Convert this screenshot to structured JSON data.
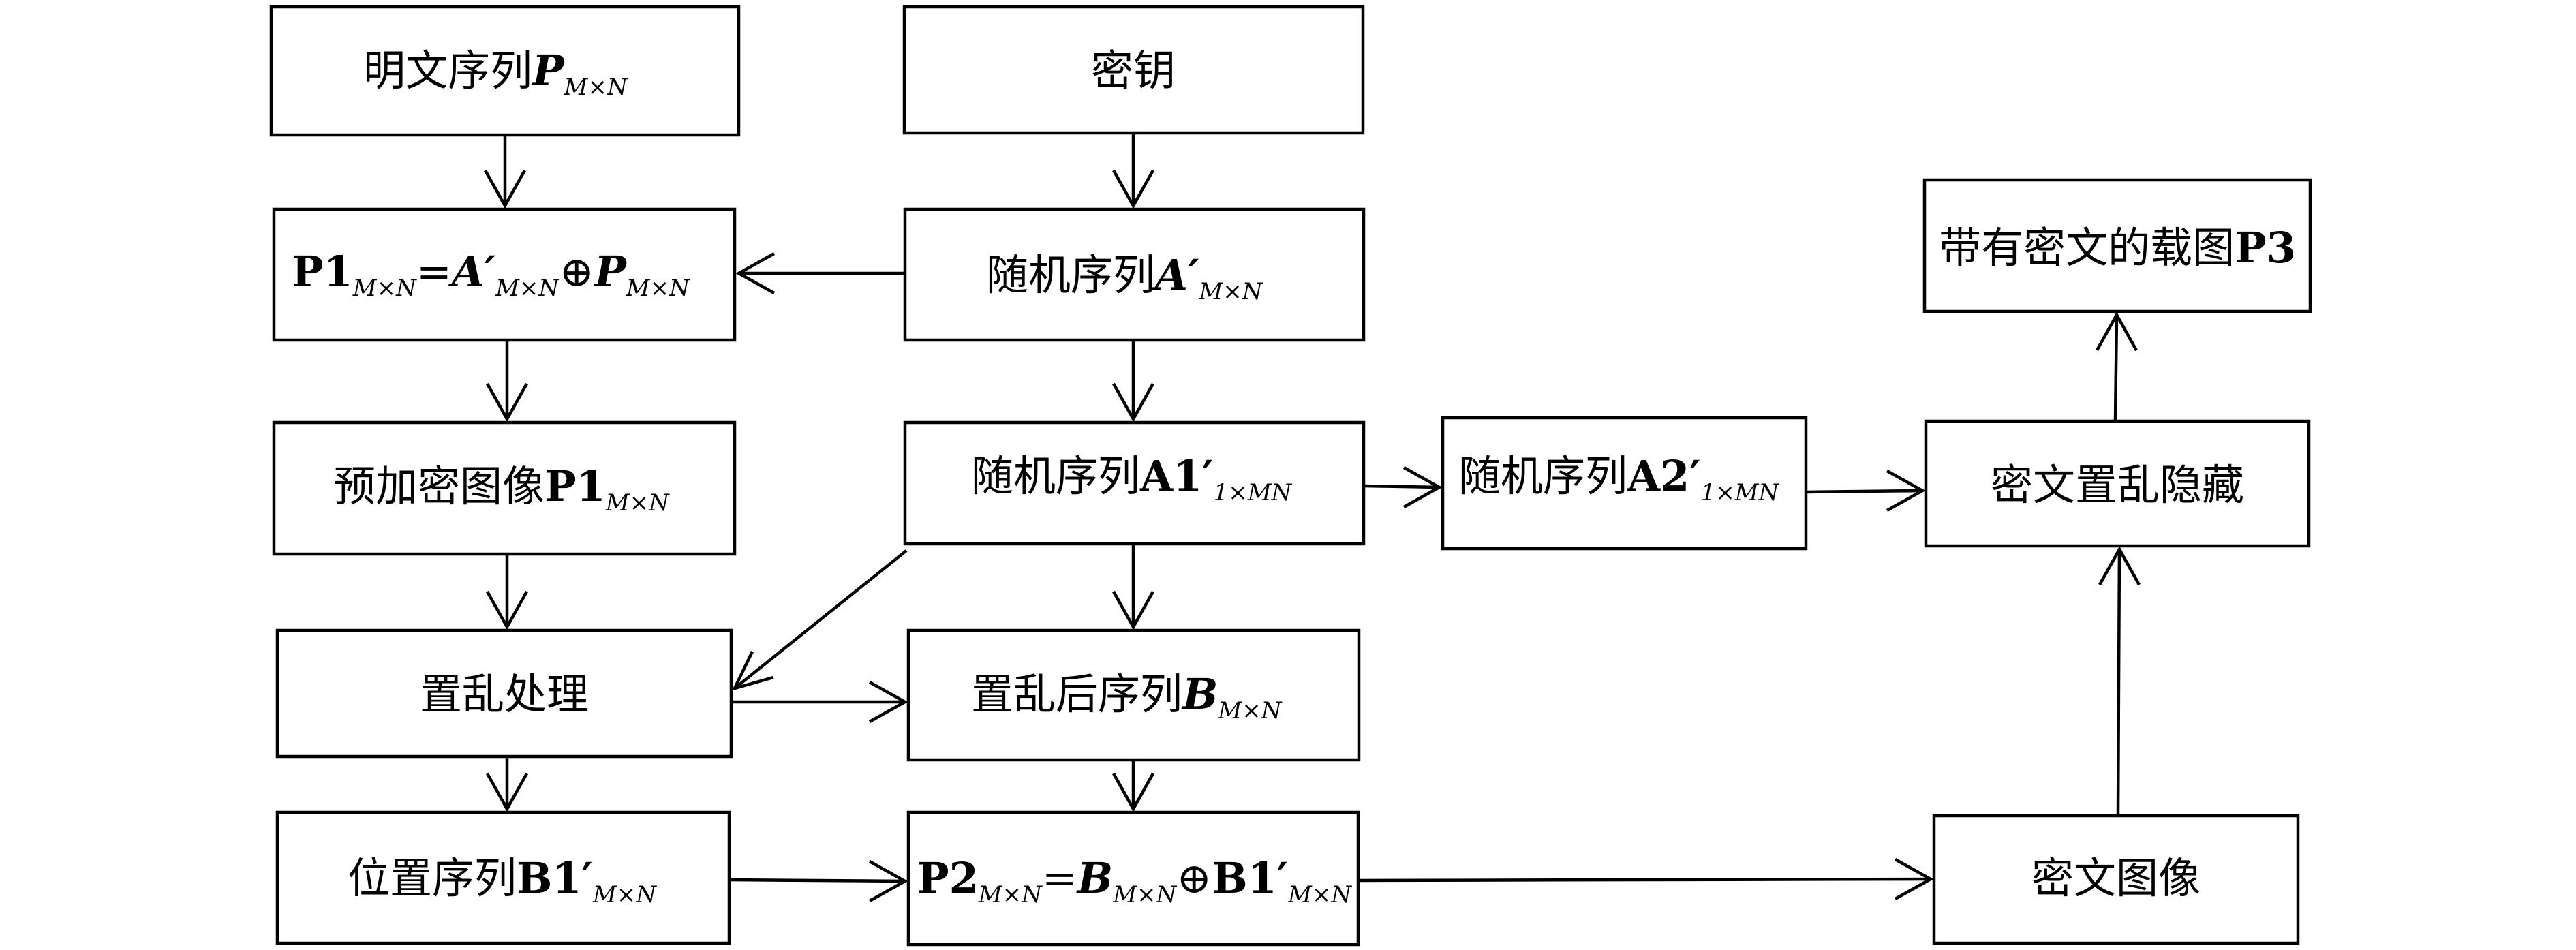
{
  "nodes": {
    "plaintext": {
      "label": "明文序列",
      "var": "P",
      "sub": "M×N"
    },
    "key": {
      "label": "密钥"
    },
    "p1_formula": {
      "lhs": "P1",
      "lhs_sub": "M×N",
      "eq": "=",
      "a": "A′",
      "a_sub": "M×N",
      "op": "⊕",
      "p": "P",
      "p_sub": "M×N"
    },
    "random_a": {
      "label": "随机序列",
      "var": "A′",
      "sub": "M×N"
    },
    "carrier_p3": {
      "label": "带有密文的载图",
      "var": "P3"
    },
    "pre_encrypt": {
      "label": "预加密图像",
      "var": "P1",
      "sub": "M×N"
    },
    "random_a1": {
      "label": "随机序列",
      "var": "A1′",
      "sub": "1×MN"
    },
    "random_a2": {
      "label": "随机序列",
      "var": "A2′",
      "sub": "1×MN"
    },
    "scramble_hide": {
      "label": "密文置乱隐藏"
    },
    "scramble": {
      "label": "置乱处理"
    },
    "scrambled_b": {
      "label": "置乱后序列",
      "var": "B",
      "sub": "M×N"
    },
    "position_b1": {
      "label": "位置序列",
      "var": "B1′",
      "sub": "M×N"
    },
    "p2_formula": {
      "lhs": "P2",
      "lhs_sub": "M×N",
      "eq": "=",
      "b": "B",
      "b_sub": "M×N",
      "op": "⊕",
      "b1": "B1′",
      "b1_sub": "M×N"
    },
    "cipher_image": {
      "label": "密文图像"
    }
  }
}
